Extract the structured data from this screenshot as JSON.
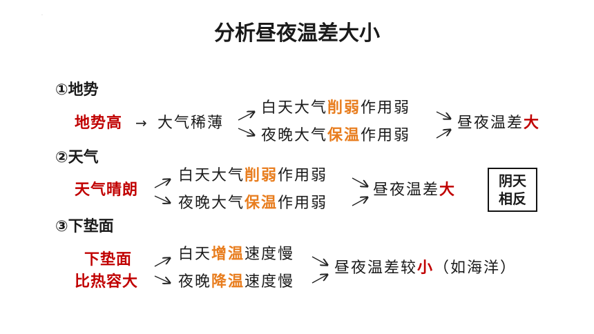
{
  "title": "分析昼夜温差大小",
  "sections": [
    {
      "heading": "①地势",
      "cause": "地势高",
      "middle": "大气稀薄",
      "top": {
        "pre": "白天大气",
        "hl": "削弱",
        "post": "作用弱"
      },
      "bottom": {
        "pre": "夜晚大气",
        "hl": "保温",
        "post": "作用弱"
      },
      "result": {
        "pre": "昼夜温差",
        "hl": "大",
        "post": ""
      }
    },
    {
      "heading": "②天气",
      "cause": "天气晴朗",
      "top": {
        "pre": "白天大气",
        "hl": "削弱",
        "post": "作用弱"
      },
      "bottom": {
        "pre": "夜晚大气",
        "hl": "保温",
        "post": "作用弱"
      },
      "result": {
        "pre": "昼夜温差",
        "hl": "大",
        "post": ""
      },
      "note": [
        "阴天",
        "相反"
      ]
    },
    {
      "heading": "③下垫面",
      "cause_lines": [
        "下垫面",
        "比热容大"
      ],
      "top": {
        "pre": "白天",
        "hl": "增温",
        "post": "速度慢"
      },
      "bottom": {
        "pre": "夜晚",
        "hl": "降温",
        "post": "速度慢"
      },
      "result": {
        "pre": "昼夜温差较",
        "hl": "小",
        "post": "（如海洋）"
      }
    }
  ],
  "colors": {
    "cause": "#c00000",
    "highlight": "#e87d1e",
    "result_highlight": "#c00000"
  }
}
